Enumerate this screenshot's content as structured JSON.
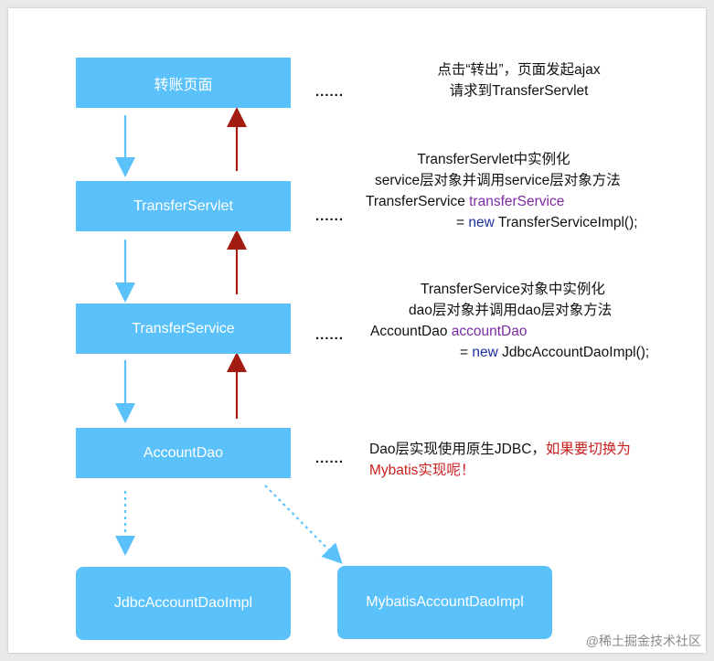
{
  "boxes": {
    "transfer_page": "转账页面",
    "transfer_servlet": "TransferServlet",
    "transfer_service": "TransferService",
    "account_dao": "AccountDao",
    "jdbc_impl": "JdbcAccountDaoImpl",
    "mybatis_impl": "MybatisAccountDaoImpl"
  },
  "dots": "......",
  "notes": {
    "page": {
      "line1": "点击“转出”，页面发起ajax",
      "line2": "请求到TransferServlet"
    },
    "servlet": {
      "line1": "TransferServlet中实例化",
      "line2": "service层对象并调用service层对象方法",
      "line3_type": "TransferService ",
      "line3_var": "transferService",
      "line4_eq": "= ",
      "line4_new": "new",
      "line4_rest": " TransferServiceImpl();"
    },
    "service": {
      "line1": "TransferService对象中实例化",
      "line2": "dao层对象并调用dao层对象方法",
      "line3_type": "AccountDao ",
      "line3_var": "accountDao",
      "line4_eq": "= ",
      "line4_new": "new",
      "line4_rest": " JdbcAccountDaoImpl();"
    },
    "dao": {
      "line1_black": "Dao层实现使用原生JDBC，",
      "line1_red": "如果要切换为",
      "line2_red": "Mybatis实现呢！"
    }
  },
  "watermark": "@稀土掘金技术社区",
  "colors": {
    "box": "#5ac1fb",
    "down_arrow": "#5ac1fb",
    "up_arrow": "#a21c12",
    "highlight_var": "#7c2aa6",
    "keyword": "#1d2fa0",
    "warning": "#c8201f"
  }
}
